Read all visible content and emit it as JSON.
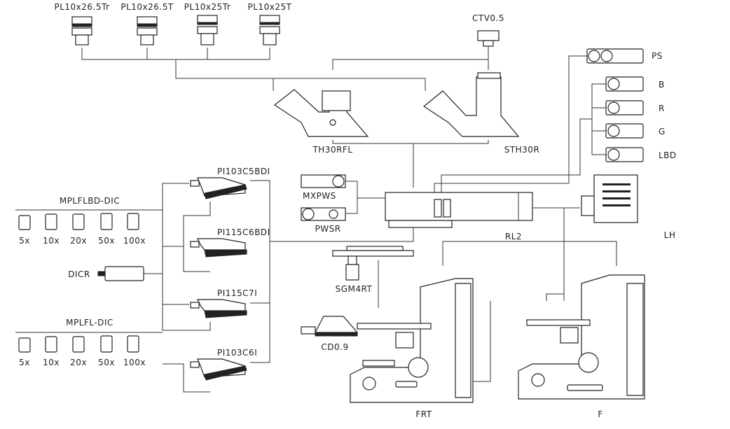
{
  "eyepieces": [
    {
      "label": "PL10x26.5Tr"
    },
    {
      "label": "PL10x26.5T"
    },
    {
      "label": "PL10x25Tr"
    },
    {
      "label": "PL10x25T"
    }
  ],
  "camera_adapter": {
    "label": "CTV0.5"
  },
  "heads": [
    {
      "label": "TH30RFL"
    },
    {
      "label": "STH30R"
    }
  ],
  "power_supply": {
    "label": "PS"
  },
  "filters": [
    {
      "label": "B"
    },
    {
      "label": "R"
    },
    {
      "label": "G"
    },
    {
      "label": "LBD"
    }
  ],
  "sliders": [
    {
      "label": "MXPWS"
    },
    {
      "label": "PWSR"
    }
  ],
  "illuminator": {
    "label": "RL2"
  },
  "lamp_house": {
    "label": "LH"
  },
  "nosepieces": [
    {
      "label": "PI103C5BDI"
    },
    {
      "label": "PI115C6BDI"
    },
    {
      "label": "PI115C7I"
    },
    {
      "label": "PI103C6I"
    }
  ],
  "objective_sets": [
    {
      "label": "MPLFLBD-DIC",
      "magnifications": [
        "5x",
        "10x",
        "20x",
        "50x",
        "100x"
      ]
    },
    {
      "label": "MPLFL-DIC",
      "magnifications": [
        "5x",
        "10x",
        "20x",
        "50x",
        "100x"
      ]
    }
  ],
  "dic_prism": {
    "label": "DICR"
  },
  "stage": {
    "label": "SGM4RT"
  },
  "condenser": {
    "label": "CD0.9"
  },
  "stands": [
    {
      "label": "FRT"
    },
    {
      "label": "F"
    }
  ]
}
